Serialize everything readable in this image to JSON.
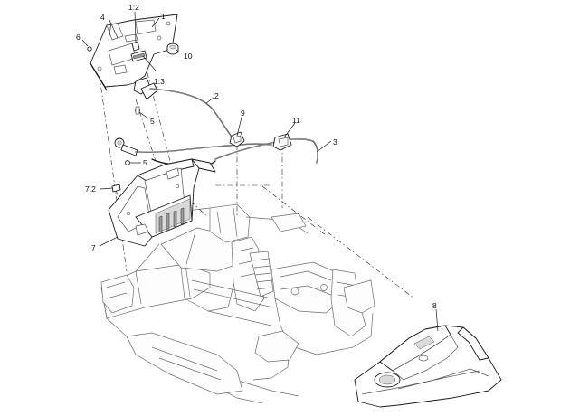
{
  "callouts": {
    "c1": "1",
    "c1_2": "1:2",
    "c1_3": "1:3",
    "c2": "2",
    "c3": "3",
    "c4": "4",
    "c5a": "5",
    "c5b": "5",
    "c6": "6",
    "c7": "7",
    "c7_2": "7:2",
    "c8": "8",
    "c9": "9",
    "c10": "10",
    "c11": "11"
  }
}
